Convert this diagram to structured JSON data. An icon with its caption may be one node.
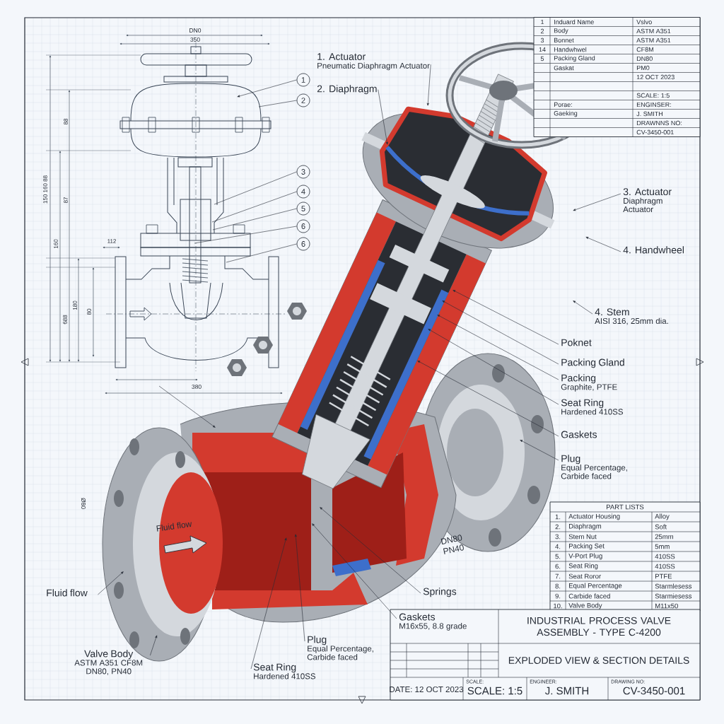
{
  "diagram": {
    "nodes": [
      {
        "text": [
          "1. Actuator",
          "Pneumatic Diaphragm Actuator"
        ]
      },
      {
        "text": [
          "2. Diaphragm"
        ]
      },
      {
        "text": [
          "3. Actuator",
          "Diaphragm Actuator"
        ]
      },
      {
        "text": [
          "4. Handwheel"
        ]
      },
      {
        "text": [
          "4. Stem",
          "AISI 316, 25mm dia."
        ]
      },
      {
        "text": [
          "Poknet"
        ]
      },
      {
        "text": [
          "Packing Gland"
        ]
      },
      {
        "text": [
          "Packing",
          "Graphite, PTFE"
        ]
      },
      {
        "text": [
          "Seat Ring",
          "Hardened 410SS"
        ]
      },
      {
        "text": [
          "Gaskets"
        ]
      },
      {
        "text": [
          "Plug",
          "Equal Percentage, Carbide faced"
        ]
      },
      {
        "text": [
          "Springs"
        ]
      },
      {
        "text": [
          "Gaskets",
          "M16x55, 8.8 grade"
        ]
      },
      {
        "text": [
          "Plug",
          "Equal Percentage, Carbide faced"
        ]
      },
      {
        "text": [
          "Seat Ring",
          "Hardened 410SS"
        ]
      },
      {
        "text": [
          "Valve Body",
          "ASTM A351 CF8M DN80, PN40"
        ]
      },
      {
        "text": [
          "Fluid flow"
        ]
      },
      {
        "text": [
          "1"
        ]
      },
      {
        "text": [
          "2"
        ]
      },
      {
        "text": [
          "3"
        ]
      },
      {
        "text": [
          "4"
        ]
      },
      {
        "text": [
          "5"
        ]
      },
      {
        "text": [
          "6"
        ]
      },
      {
        "text": [
          "6"
        ]
      }
    ],
    "edges": [
      {
        "from": 0,
        "to": null,
        "arrow": "to"
      },
      {
        "from": 1,
        "to": null,
        "arrow": "to"
      },
      {
        "from": 2,
        "to": null,
        "arrow": "to"
      },
      {
        "from": 3,
        "to": null,
        "arrow": "to"
      },
      {
        "from": 4,
        "to": null,
        "arrow": "to"
      },
      {
        "from": 5,
        "to": null,
        "arrow": "to"
      },
      {
        "from": 6,
        "to": null,
        "arrow": "to"
      },
      {
        "from": 7,
        "to": null,
        "arrow": "to"
      },
      {
        "from": 8,
        "to": null,
        "arrow": "to"
      },
      {
        "from": 9,
        "to": null,
        "arrow": "to"
      },
      {
        "from": 10,
        "to": null,
        "arrow": "to"
      },
      {
        "from": 11,
        "to": null,
        "arrow": "to"
      },
      {
        "from": 12,
        "to": null,
        "arrow": "to"
      },
      {
        "from": 13,
        "to": null,
        "arrow": "to"
      },
      {
        "from": 14,
        "to": null,
        "arrow": "to"
      },
      {
        "from": 15,
        "to": null,
        "arrow": "to"
      },
      {
        "from": 16,
        "to": null,
        "arrow": "to"
      },
      {
        "from": 17,
        "to": null,
        "arrow": "to"
      },
      {
        "from": 18,
        "to": null,
        "arrow": "none"
      },
      {
        "from": 19,
        "to": null,
        "arrow": "none"
      },
      {
        "from": 20,
        "to": null,
        "arrow": "none"
      },
      {
        "from": 21,
        "to": null,
        "arrow": "none"
      },
      {
        "from": 22,
        "to": null,
        "arrow": "none"
      },
      {
        "from": 23,
        "to": null,
        "arrow": "none"
      }
    ],
    "labels": [
      "1",
      "Induard Name",
      "Vslvo",
      "2",
      "Body",
      "ASTM A351",
      "3",
      "Bonnet",
      "ASTM A351",
      "14",
      "Handwhwel",
      "CF8M",
      "5",
      "Packing Gland",
      "DN80",
      "Gaskat",
      "PM0",
      "12 OCT 2023",
      "SCALE: 1:5",
      "Porae:",
      "ENGINSER:",
      "Gaeking",
      "J. SMITH",
      "DRAWNNS NO:",
      "CV-3450-001",
      "DN0",
      "350",
      "150 160 88",
      "88",
      "87",
      "160",
      "688",
      "180",
      "80",
      "112",
      "380",
      "Ø80",
      "Fluid flow",
      "DN80 PN40",
      "PART LISTS",
      "1.",
      "Actuator Housing",
      "Alloy",
      "2.",
      "Diaphragm",
      "Soft",
      "3.",
      "Stem Nut",
      "25mm",
      "4.",
      "Packing Set",
      "5mm",
      "5.",
      "V-Port Plug",
      "410SS",
      "6.",
      "Seat Ring",
      "410SS",
      "7.",
      "Seat Roror",
      "PTFE",
      "8.",
      "Equal Percentage",
      "Starmlesess",
      "9.",
      "Carbide faced",
      "Starmiesess",
      "10.",
      "Valve Body",
      "M11x50",
      "INDUSTRIAL PROCESS VALVE ASSEMBLY - TYPE C-4200",
      "EXPLODED VIEW & SECTION DETAILS",
      "DATE: 12 OCT 2023",
      "SCALE:",
      "SCALE: 1:5",
      "ENGINEER:",
      "J. SMITH",
      "DRAWING NO:",
      "CV-3450-001"
    ]
  }
}
